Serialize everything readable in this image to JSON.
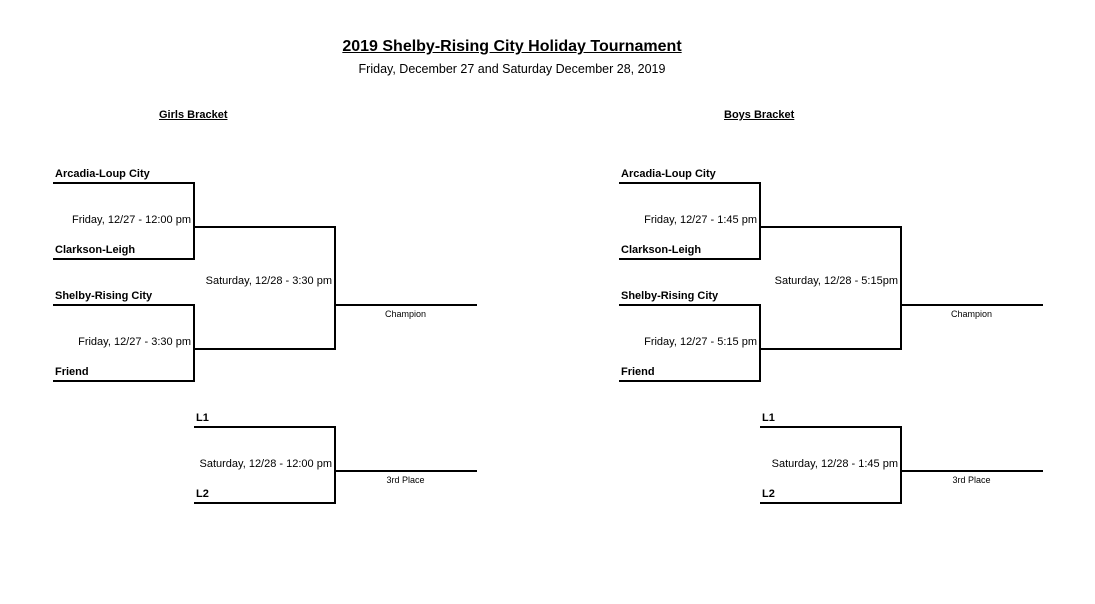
{
  "header": {
    "title": "2019 Shelby-Rising City Holiday Tournament",
    "subtitle": "Friday, December 27 and Saturday December 28, 2019"
  },
  "girls": {
    "label": "Girls Bracket",
    "team1": "Arcadia-Loup City",
    "team2": "Clarkson-Leigh",
    "team3": "Shelby-Rising City",
    "team4": "Friend",
    "game1": "Friday, 12/27 - 12:00 pm",
    "game2": "Friday, 12/27 - 3:30 pm",
    "final": "Saturday, 12/28 - 3:30 pm",
    "champion": "Champion",
    "loser1": "L1",
    "loser2": "L2",
    "third_game": "Saturday, 12/28 - 12:00 pm",
    "third": "3rd Place"
  },
  "boys": {
    "label": "Boys Bracket",
    "team1": "Arcadia-Loup City",
    "team2": "Clarkson-Leigh",
    "team3": "Shelby-Rising City",
    "team4": "Friend",
    "game1": "Friday, 12/27 - 1:45 pm",
    "game2": "Friday, 12/27 - 5:15 pm",
    "final": "Saturday, 12/28 - 5:15pm",
    "champion": "Champion",
    "loser1": "L1",
    "loser2": "L2",
    "third_game": "Saturday, 12/28 - 1:45 pm",
    "third": "3rd Place"
  }
}
